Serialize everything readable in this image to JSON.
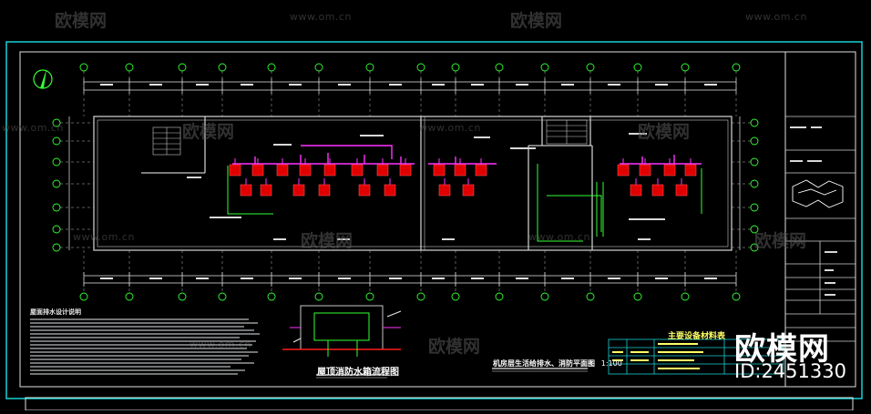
{
  "drawing": {
    "plan_title": "机房层生活给排水、消防平面图",
    "plan_scale": "1:100",
    "tank_title": "屋顶消防水箱流程图",
    "equipment_table_title": "主要设备材料表",
    "notes_header": "屋面排水设计说明"
  },
  "watermark": {
    "brand_cn": "欧模网",
    "url": "www.om.cn"
  },
  "brand_badge": {
    "name": "欧模网",
    "id_text": "ID:2451330"
  },
  "colors": {
    "background": "#000000",
    "frame": "#19d0d4",
    "wall": "#c8c8c8",
    "pipe_red": "#ff1a1a",
    "pipe_magenta": "#ff33ff",
    "pipe_green": "#33ff33",
    "dimension": "#e8e8e8",
    "highlight": "#ffff66"
  },
  "icons": [
    "north-arrow-icon",
    "stair-icon",
    "water-tank-icon"
  ]
}
